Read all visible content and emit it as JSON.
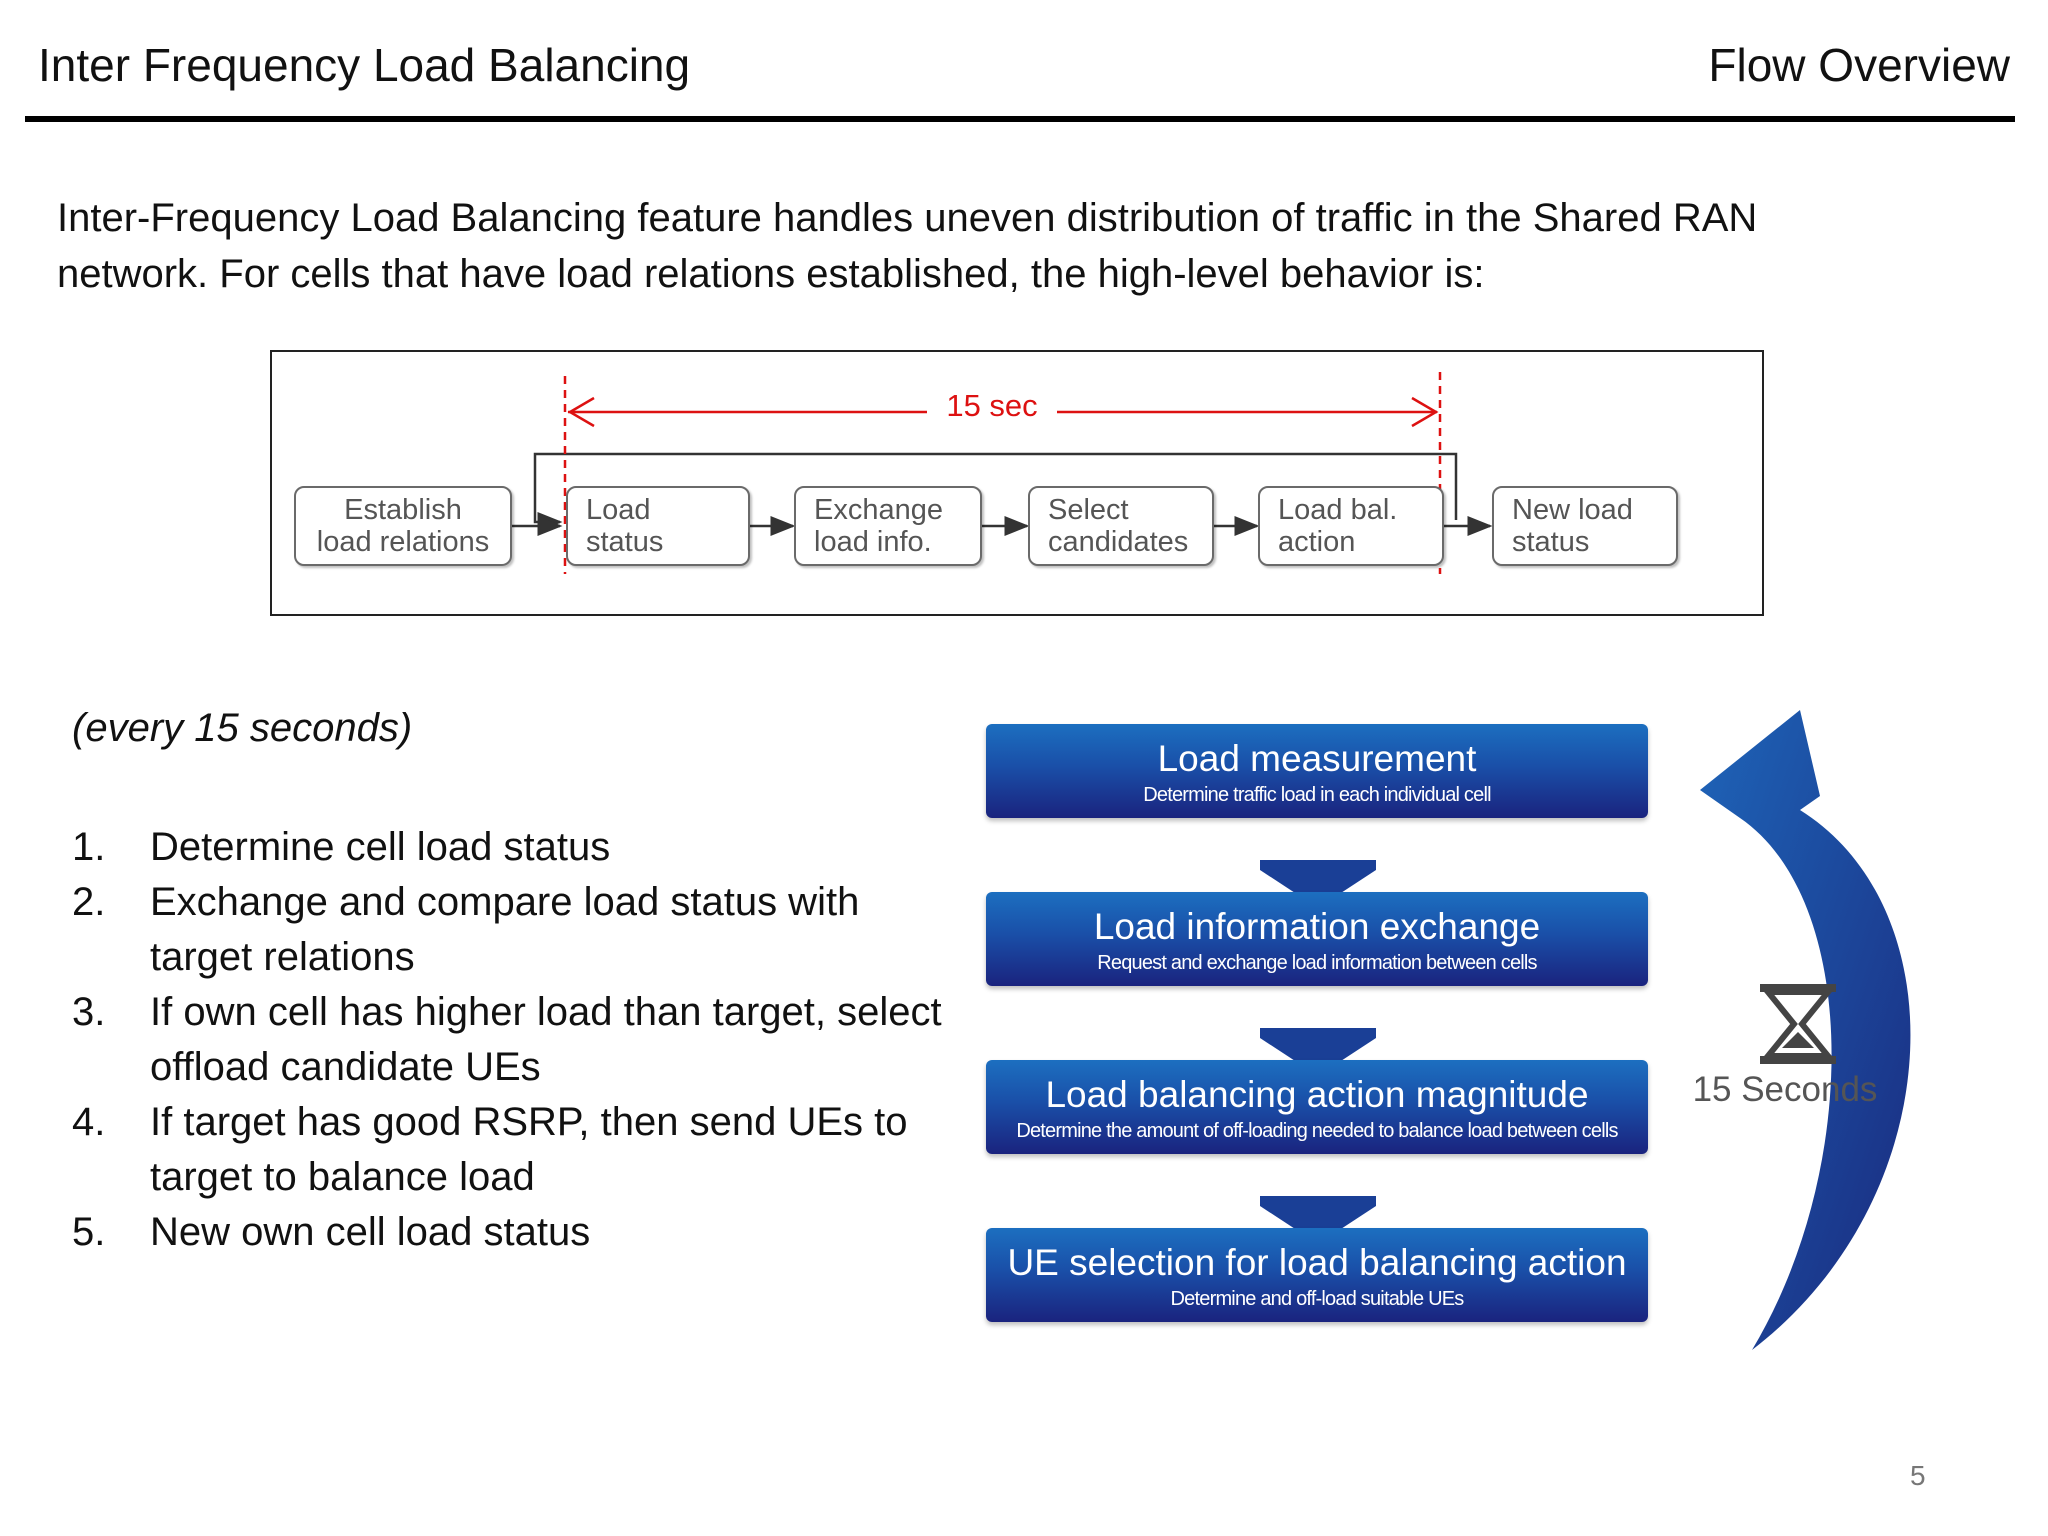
{
  "header": {
    "title": "Inter Frequency Load Balancing",
    "section": "Flow Overview"
  },
  "intro": {
    "text": "Inter-Frequency Load Balancing feature handles uneven distribution of traffic in the Shared RAN network. For cells that have load relations established, the high-level behavior is:"
  },
  "flow_diagram": {
    "period_label": "15 sec",
    "boxes": [
      {
        "line1": "Establish",
        "line2": "load relations"
      },
      {
        "line1": "Load",
        "line2": "status"
      },
      {
        "line1": "Exchange",
        "line2": "load info."
      },
      {
        "line1": "Select",
        "line2": "candidates"
      },
      {
        "line1": "Load bal.",
        "line2": "action"
      },
      {
        "line1": "New load",
        "line2": "status"
      }
    ],
    "colors": {
      "period_marker": "#dd1111",
      "box_border": "#6a6a6a"
    }
  },
  "cadence": "(every 15 seconds)",
  "steps": [
    {
      "num": "1.",
      "text": "Determine cell load status"
    },
    {
      "num": "2.",
      "text": "Exchange and compare load status with target relations"
    },
    {
      "num": "3.",
      "text": "If own cell has higher load than target, select offload candidate UEs"
    },
    {
      "num": "4.",
      "text": "If target has good RSRP, then send UEs to target to balance load"
    },
    {
      "num": "5.",
      "text": "New own cell load status"
    }
  ],
  "graphic": {
    "stages": [
      {
        "title": "Load measurement",
        "sub": "Determine traffic load in each individual cell"
      },
      {
        "title": "Load information exchange",
        "sub": "Request and exchange load information between cells"
      },
      {
        "title": "Load balancing action magnitude",
        "sub": "Determine the amount of off-loading needed to balance load between cells"
      },
      {
        "title": "UE selection for load balancing action",
        "sub": "Determine and off-load suitable UEs"
      }
    ],
    "cycle_label": "15 Seconds",
    "icon": "hourglass-icon",
    "colors": {
      "stage_top": "#1c6fc0",
      "stage_bottom": "#1a237e",
      "cycle_arrow": "#1a4a9c"
    }
  },
  "page_number": "5"
}
